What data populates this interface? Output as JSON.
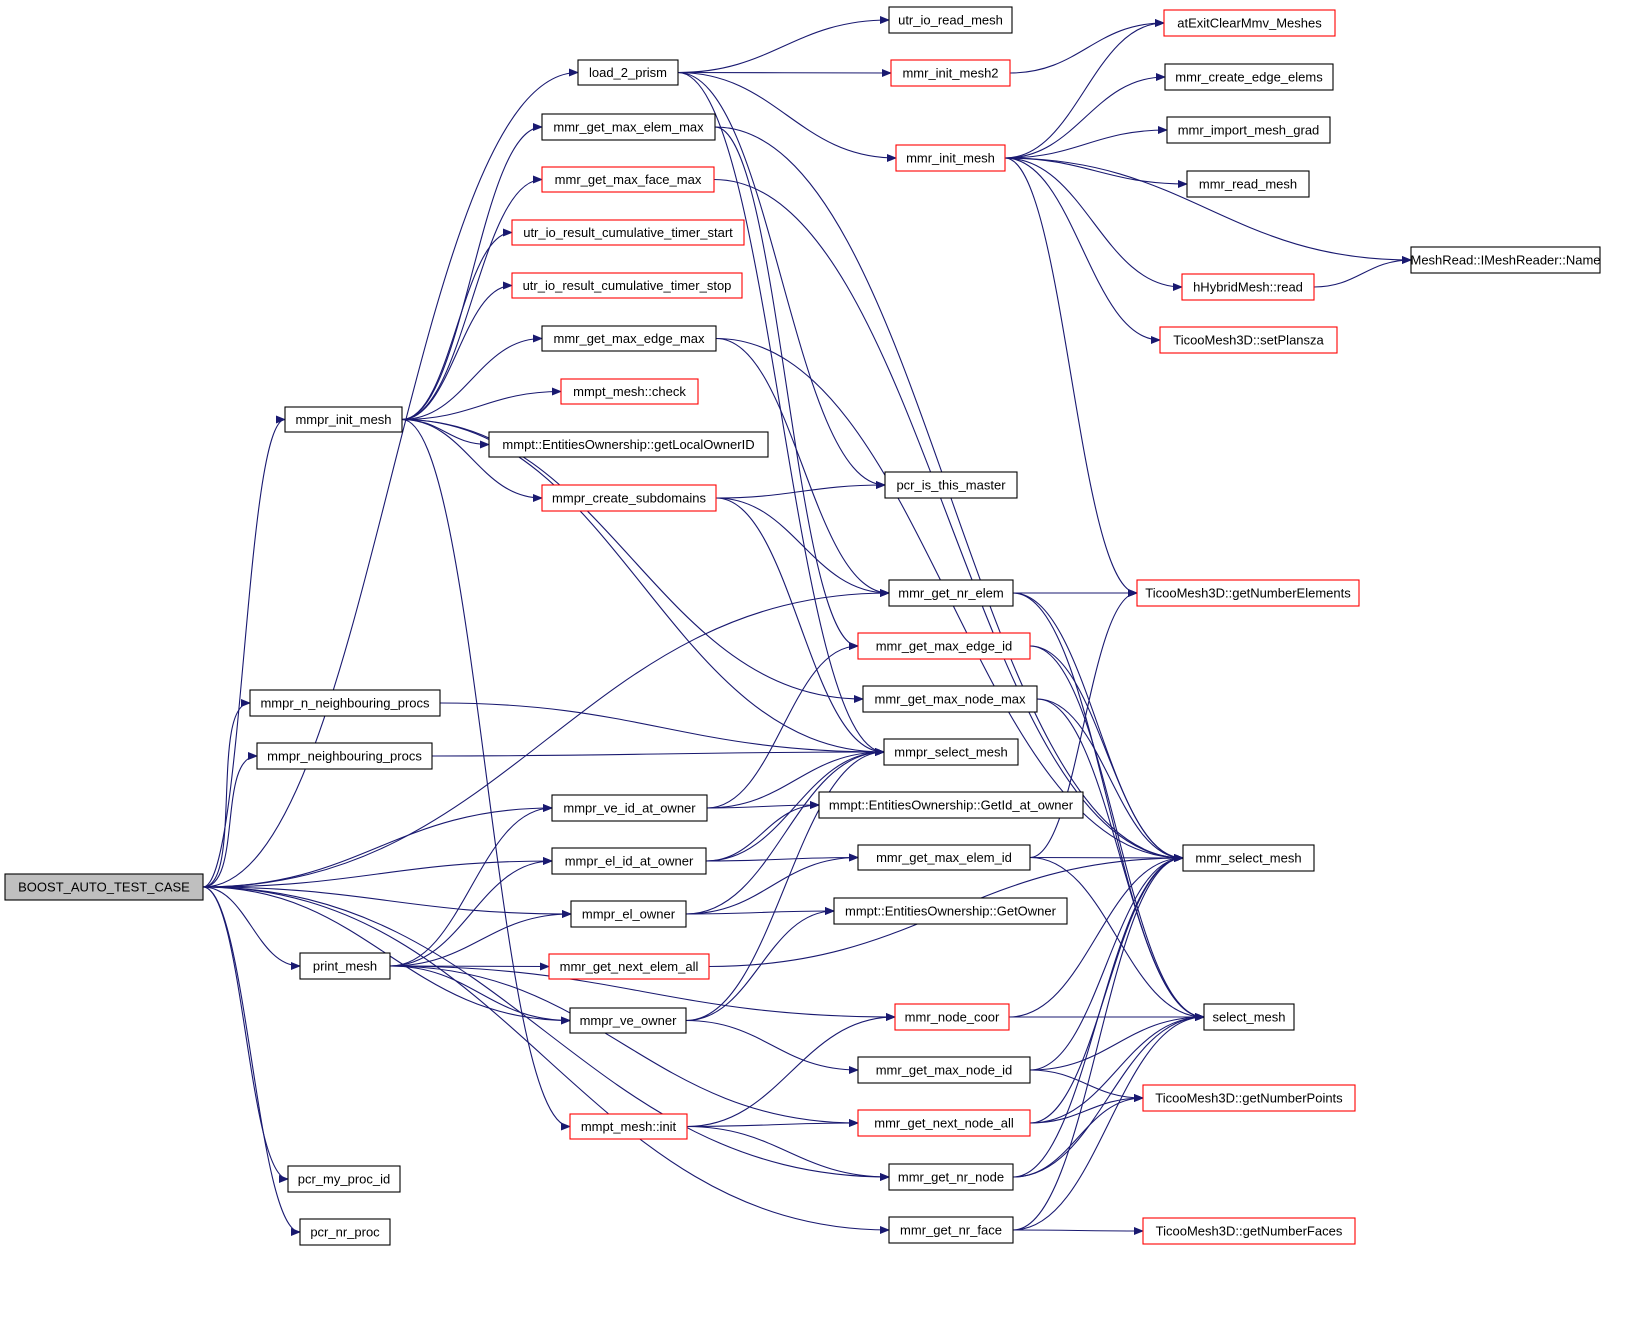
{
  "diagram": {
    "title": "",
    "nodes": [
      {
        "id": "root",
        "label": "BOOST_AUTO_TEST_CASE",
        "style": "root"
      },
      {
        "id": "load2prism",
        "label": "load_2_prism",
        "style": "normal"
      },
      {
        "id": "mmprinit",
        "label": "mmpr_init_mesh",
        "style": "normal"
      },
      {
        "id": "mmprnneigh",
        "label": "mmpr_n_neighbouring_procs",
        "style": "normal"
      },
      {
        "id": "mmprneigh",
        "label": "mmpr_neighbouring_procs",
        "style": "normal"
      },
      {
        "id": "printmesh",
        "label": "print_mesh",
        "style": "normal"
      },
      {
        "id": "pcrmyproc",
        "label": "pcr_my_proc_id",
        "style": "normal"
      },
      {
        "id": "pcrnrproc",
        "label": "pcr_nr_proc",
        "style": "normal"
      },
      {
        "id": "maxelemmax",
        "label": "mmr_get_max_elem_max",
        "style": "normal"
      },
      {
        "id": "maxfacemax",
        "label": "mmr_get_max_face_max",
        "style": "red"
      },
      {
        "id": "timerstart",
        "label": "utr_io_result_cumulative_timer_start",
        "style": "red"
      },
      {
        "id": "timerstop",
        "label": "utr_io_result_cumulative_timer_stop",
        "style": "red"
      },
      {
        "id": "maxedgemax",
        "label": "mmr_get_max_edge_max",
        "style": "normal"
      },
      {
        "id": "mmptcheck",
        "label": "mmpt_mesh::check",
        "style": "red"
      },
      {
        "id": "getlocalowner",
        "label": "mmpt::EntitiesOwnership::getLocalOwnerID",
        "style": "normal"
      },
      {
        "id": "createsub",
        "label": "mmpr_create_subdomains",
        "style": "red"
      },
      {
        "id": "veidowner",
        "label": "mmpr_ve_id_at_owner",
        "style": "normal"
      },
      {
        "id": "elidowner",
        "label": "mmpr_el_id_at_owner",
        "style": "normal"
      },
      {
        "id": "elowner",
        "label": "mmpr_el_owner",
        "style": "normal"
      },
      {
        "id": "nextelemall",
        "label": "mmr_get_next_elem_all",
        "style": "red"
      },
      {
        "id": "veowner",
        "label": "mmpr_ve_owner",
        "style": "normal"
      },
      {
        "id": "mmptinit",
        "label": "mmpt_mesh::init",
        "style": "red"
      },
      {
        "id": "utrreadmesh",
        "label": "utr_io_read_mesh",
        "style": "normal"
      },
      {
        "id": "mmrinit2",
        "label": "mmr_init_mesh2",
        "style": "red"
      },
      {
        "id": "mmrinit",
        "label": "mmr_init_mesh",
        "style": "red"
      },
      {
        "id": "pcrmaster",
        "label": "pcr_is_this_master",
        "style": "normal"
      },
      {
        "id": "nrelem",
        "label": "mmr_get_nr_elem",
        "style": "normal"
      },
      {
        "id": "maxedgeid",
        "label": "mmr_get_max_edge_id",
        "style": "red"
      },
      {
        "id": "maxnodemax",
        "label": "mmr_get_max_node_max",
        "style": "normal"
      },
      {
        "id": "mmprselect",
        "label": "mmpr_select_mesh",
        "style": "normal"
      },
      {
        "id": "getidowner",
        "label": "mmpt::EntitiesOwnership::GetId_at_owner",
        "style": "normal"
      },
      {
        "id": "maxelemid",
        "label": "mmr_get_max_elem_id",
        "style": "normal"
      },
      {
        "id": "getowner",
        "label": "mmpt::EntitiesOwnership::GetOwner",
        "style": "normal"
      },
      {
        "id": "nodecoor",
        "label": "mmr_node_coor",
        "style": "red"
      },
      {
        "id": "maxnodeid",
        "label": "mmr_get_max_node_id",
        "style": "normal"
      },
      {
        "id": "nextnodeall",
        "label": "mmr_get_next_node_all",
        "style": "red"
      },
      {
        "id": "nrnode",
        "label": "mmr_get_nr_node",
        "style": "normal"
      },
      {
        "id": "nrface",
        "label": "mmr_get_nr_face",
        "style": "normal"
      },
      {
        "id": "atexit",
        "label": "atExitClearMmv_Meshes",
        "style": "red"
      },
      {
        "id": "createedge",
        "label": "mmr_create_edge_elems",
        "style": "normal"
      },
      {
        "id": "importgrad",
        "label": "mmr_import_mesh_grad",
        "style": "normal"
      },
      {
        "id": "readmesh",
        "label": "mmr_read_mesh",
        "style": "normal"
      },
      {
        "id": "meshreadname",
        "label": "MeshRead::IMeshReader::Name",
        "style": "normal"
      },
      {
        "id": "hybridread",
        "label": "hHybridMesh::read",
        "style": "red"
      },
      {
        "id": "setplansza",
        "label": "TicooMesh3D::setPlansza",
        "style": "red"
      },
      {
        "id": "getnumelems",
        "label": "TicooMesh3D::getNumberElements",
        "style": "red"
      },
      {
        "id": "mmrselect",
        "label": "mmr_select_mesh",
        "style": "normal"
      },
      {
        "id": "selectmesh",
        "label": "select_mesh",
        "style": "normal"
      },
      {
        "id": "getnumpoints",
        "label": "TicooMesh3D::getNumberPoints",
        "style": "red"
      },
      {
        "id": "getnumfaces",
        "label": "TicooMesh3D::getNumberFaces",
        "style": "red"
      }
    ],
    "edges": [
      [
        "root",
        "load2prism"
      ],
      [
        "root",
        "mmprinit"
      ],
      [
        "root",
        "mmprnneigh"
      ],
      [
        "root",
        "mmprneigh"
      ],
      [
        "root",
        "printmesh"
      ],
      [
        "root",
        "pcrmyproc"
      ],
      [
        "root",
        "pcrnrproc"
      ],
      [
        "root",
        "nrelem"
      ],
      [
        "root",
        "veidowner"
      ],
      [
        "root",
        "elidowner"
      ],
      [
        "root",
        "elowner"
      ],
      [
        "root",
        "veowner"
      ],
      [
        "root",
        "nrnode"
      ],
      [
        "root",
        "nrface"
      ],
      [
        "load2prism",
        "utrreadmesh"
      ],
      [
        "load2prism",
        "mmrinit2"
      ],
      [
        "load2prism",
        "mmrinit"
      ],
      [
        "load2prism",
        "pcrmaster"
      ],
      [
        "load2prism",
        "mmprselect"
      ],
      [
        "mmprinit",
        "maxelemmax"
      ],
      [
        "mmprinit",
        "maxfacemax"
      ],
      [
        "mmprinit",
        "timerstart"
      ],
      [
        "mmprinit",
        "timerstop"
      ],
      [
        "mmprinit",
        "maxedgemax"
      ],
      [
        "mmprinit",
        "mmptcheck"
      ],
      [
        "mmprinit",
        "getlocalowner"
      ],
      [
        "mmprinit",
        "createsub"
      ],
      [
        "mmprinit",
        "mmprselect"
      ],
      [
        "mmprinit",
        "maxnodemax"
      ],
      [
        "mmprinit",
        "mmptinit"
      ],
      [
        "mmprnneigh",
        "mmprselect"
      ],
      [
        "mmprneigh",
        "mmprselect"
      ],
      [
        "printmesh",
        "veidowner"
      ],
      [
        "printmesh",
        "elidowner"
      ],
      [
        "printmesh",
        "elowner"
      ],
      [
        "printmesh",
        "nextelemall"
      ],
      [
        "printmesh",
        "veowner"
      ],
      [
        "printmesh",
        "nodecoor"
      ],
      [
        "printmesh",
        "nextnodeall"
      ],
      [
        "maxelemmax",
        "mmrselect"
      ],
      [
        "maxelemmax",
        "maxedgeid"
      ],
      [
        "maxfacemax",
        "mmrselect"
      ],
      [
        "maxedgemax",
        "mmrselect"
      ],
      [
        "maxedgemax",
        "nrelem"
      ],
      [
        "createsub",
        "pcrmaster"
      ],
      [
        "createsub",
        "nrelem"
      ],
      [
        "createsub",
        "mmprselect"
      ],
      [
        "veidowner",
        "maxedgeid"
      ],
      [
        "veidowner",
        "mmprselect"
      ],
      [
        "veidowner",
        "getidowner"
      ],
      [
        "elidowner",
        "mmprselect"
      ],
      [
        "elidowner",
        "getidowner"
      ],
      [
        "elidowner",
        "maxelemid"
      ],
      [
        "elowner",
        "mmprselect"
      ],
      [
        "elowner",
        "getowner"
      ],
      [
        "elowner",
        "maxelemid"
      ],
      [
        "nextelemall",
        "mmrselect"
      ],
      [
        "veowner",
        "mmprselect"
      ],
      [
        "veowner",
        "getowner"
      ],
      [
        "veowner",
        "maxnodeid"
      ],
      [
        "mmptinit",
        "nodecoor"
      ],
      [
        "mmptinit",
        "nextnodeall"
      ],
      [
        "mmptinit",
        "nrnode"
      ],
      [
        "mmrinit2",
        "atexit"
      ],
      [
        "mmrinit",
        "atexit"
      ],
      [
        "mmrinit",
        "createedge"
      ],
      [
        "mmrinit",
        "importgrad"
      ],
      [
        "mmrinit",
        "readmesh"
      ],
      [
        "mmrinit",
        "meshreadname"
      ],
      [
        "mmrinit",
        "hybridread"
      ],
      [
        "mmrinit",
        "setplansza"
      ],
      [
        "mmrinit",
        "getnumelems"
      ],
      [
        "hybridread",
        "meshreadname"
      ],
      [
        "nrelem",
        "getnumelems"
      ],
      [
        "nrelem",
        "mmrselect"
      ],
      [
        "nrelem",
        "selectmesh"
      ],
      [
        "maxedgeid",
        "mmrselect"
      ],
      [
        "maxedgeid",
        "selectmesh"
      ],
      [
        "maxnodemax",
        "mmrselect"
      ],
      [
        "maxnodemax",
        "selectmesh"
      ],
      [
        "maxelemid",
        "mmrselect"
      ],
      [
        "maxelemid",
        "getnumelems"
      ],
      [
        "maxelemid",
        "selectmesh"
      ],
      [
        "nodecoor",
        "mmrselect"
      ],
      [
        "nodecoor",
        "selectmesh"
      ],
      [
        "maxnodeid",
        "mmrselect"
      ],
      [
        "maxnodeid",
        "selectmesh"
      ],
      [
        "maxnodeid",
        "getnumpoints"
      ],
      [
        "nextnodeall",
        "mmrselect"
      ],
      [
        "nextnodeall",
        "selectmesh"
      ],
      [
        "nextnodeall",
        "getnumpoints"
      ],
      [
        "nrnode",
        "mmrselect"
      ],
      [
        "nrnode",
        "selectmesh"
      ],
      [
        "nrnode",
        "getnumpoints"
      ],
      [
        "nrface",
        "mmrselect"
      ],
      [
        "nrface",
        "selectmesh"
      ],
      [
        "nrface",
        "getnumfaces"
      ]
    ],
    "colors": {
      "edge": "#191970",
      "node_border": "#000000",
      "highlight_border": "#ff0000",
      "root_fill": "#bfbfbf",
      "node_fill": "#ffffff"
    }
  }
}
